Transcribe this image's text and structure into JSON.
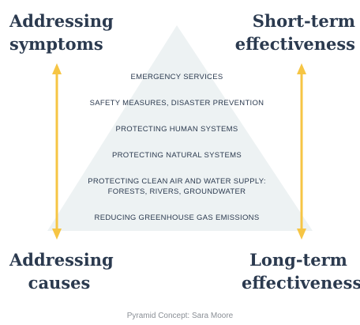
{
  "corners": {
    "top_left": [
      "Addressing",
      "symptoms"
    ],
    "top_right": [
      "Short-term",
      "effectiveness"
    ],
    "bottom_left": [
      "Addressing",
      "causes"
    ],
    "bottom_right": [
      "Long-term",
      "effectiveness"
    ]
  },
  "levels": [
    [
      "EMERGENCY SERVICES"
    ],
    [
      "SAFETY MEASURES, DISASTER PREVENTION"
    ],
    [
      "PROTECTING HUMAN SYSTEMS"
    ],
    [
      "PROTECTING NATURAL SYSTEMS"
    ],
    [
      "PROTECTING CLEAN AIR AND WATER SUPPLY:",
      "FORESTS, RIVERS, GROUNDWATER"
    ],
    [
      "REDUCING GREENHOUSE GAS EMISSIONS"
    ]
  ],
  "footer": "Pyramid Concept: Sara Moore",
  "colors": {
    "pyramid": "#edf2f3",
    "arrow": "#f6c544",
    "text": "#2b3a4f",
    "footer": "#8a8f96"
  }
}
